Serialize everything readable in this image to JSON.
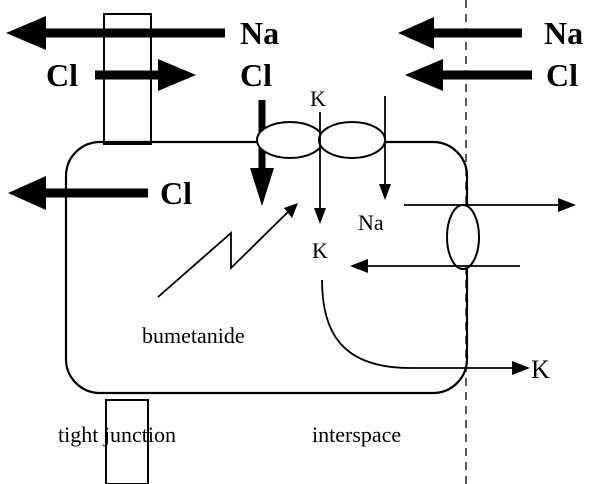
{
  "labels": {
    "na_top_left": "Na",
    "na_top_right": "Na",
    "cl_left_upper": "Cl",
    "cl_center": "Cl",
    "cl_right": "Cl",
    "cl_cell": "Cl",
    "k_channel": "K",
    "na_cotransport": "Na",
    "k_inside": "K",
    "k_out": "K",
    "drug": "bumetanide",
    "tight_junction": "tight junction",
    "interspace": "interspace"
  },
  "colors": {
    "ink": "#000000",
    "background": "#ffffff"
  }
}
